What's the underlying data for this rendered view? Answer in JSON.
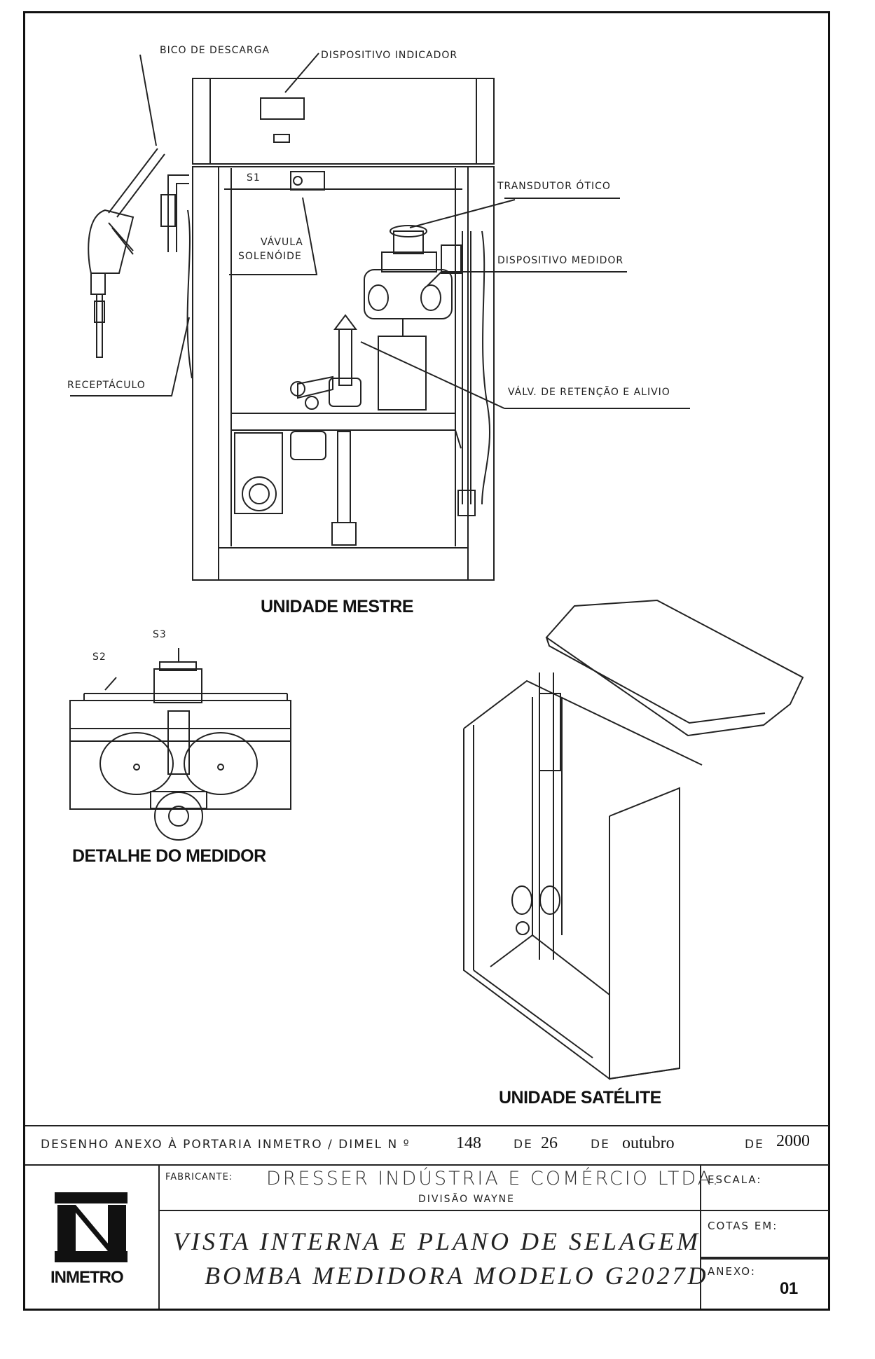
{
  "callouts": {
    "bico": "BICO DE DESCARGA",
    "indicador": "DISPOSITIVO INDICADOR",
    "transdutor": "TRANSDUTOR ÓTICO",
    "valvula_l1": "VÁVULA",
    "valvula_l2": "SOLENÓIDE",
    "medidor": "DISPOSITIVO MEDIDOR",
    "receptaculo": "RECEPTÁCULO",
    "retencao": "VÁLV. DE RETENÇÃO E ALIVIO",
    "s1": "S1",
    "s2": "S2",
    "s3": "S3"
  },
  "titles": {
    "mestre": "UNIDADE MESTRE",
    "detalhe": "DETALHE DO MEDIDOR",
    "satelite": "UNIDADE SATÉLITE"
  },
  "title_block": {
    "desenho_prefix": "DESENHO  ANEXO  À  PORTARIA  INMETRO / DIMEL  N º",
    "portaria_num": "148",
    "de1": "DE",
    "dia": "26",
    "de2": "DE",
    "mes": "outubro",
    "de3": "DE",
    "ano": "2000",
    "fabricante_label": "FABRICANTE:",
    "fabricante": "DRESSER INDÚSTRIA E COMÉRCIO LTDA.",
    "divisao": "DIVISÃO WAYNE",
    "titulo_l1": "VISTA INTERNA E PLANO DE SELAGEM",
    "titulo_l2": "BOMBA MEDIDORA MODELO G2027D",
    "escala_label": "ESCALA:",
    "cotas_label": "COTAS EM:",
    "anexo_label": "ANEXO:",
    "anexo_num": "01",
    "logo": "INMETRO"
  }
}
